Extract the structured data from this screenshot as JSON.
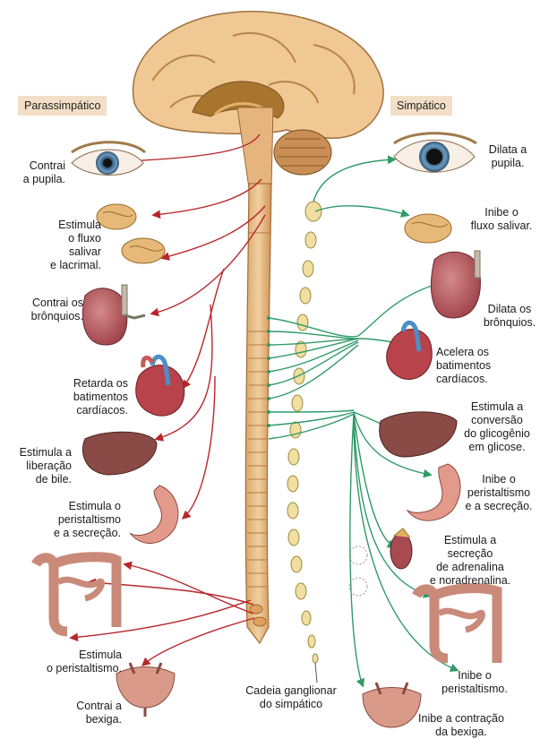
{
  "headings": {
    "left": "Parassimpático",
    "right": "Simpático"
  },
  "colors": {
    "parasympathetic": "#b8262b",
    "sympathetic": "#2f9a6a",
    "tag_bg": "#f2dfc6"
  },
  "parasympathetic": [
    {
      "organ": "eye-icon",
      "label": "Contrai\na pupila."
    },
    {
      "organ": "salivary-gland-icon",
      "label": "Estimula\no fluxo\nsalivar\ne lacrimal."
    },
    {
      "organ": "lung-icon",
      "label": "Contrai os\nbrônquios."
    },
    {
      "organ": "heart-icon",
      "label": "Retarda os\nbatimentos\ncardíacos."
    },
    {
      "organ": "liver-icon",
      "label": "Estimula a\nliberação\nde bile."
    },
    {
      "organ": "stomach-icon",
      "label": "Estimula o\nperistaltismo\ne a secreção."
    },
    {
      "organ": "intestine-icon",
      "label": "Estimula\no peristaltismo."
    },
    {
      "organ": "bladder-icon",
      "label": "Contrai a\nbexiga."
    }
  ],
  "sympathetic": [
    {
      "organ": "eye-icon",
      "label": "Dilata a\npupila."
    },
    {
      "organ": "salivary-gland-icon",
      "label": "Inibe o\nfluxo salivar."
    },
    {
      "organ": "lung-icon",
      "label": "Dilata os\nbrônquios."
    },
    {
      "organ": "heart-icon",
      "label": "Acelera os\nbatimentos\ncardíacos."
    },
    {
      "organ": "liver-icon",
      "label": "Estimula a\nconversão\ndo glicogênio\nem glicose."
    },
    {
      "organ": "stomach-icon",
      "label": "Inibe o\nperistaltismo\ne a secreção."
    },
    {
      "organ": "adrenal-gland-icon",
      "label": "Estimula a\nsecreção\nde adrenalina\ne noradrenalina."
    },
    {
      "organ": "intestine-icon",
      "label": "Inibe o\nperistaltismo."
    },
    {
      "organ": "bladder-icon",
      "label": "Inibe a contração\nda bexiga."
    }
  ],
  "chain_label": "Cadeia ganglionar\ndo simpático"
}
